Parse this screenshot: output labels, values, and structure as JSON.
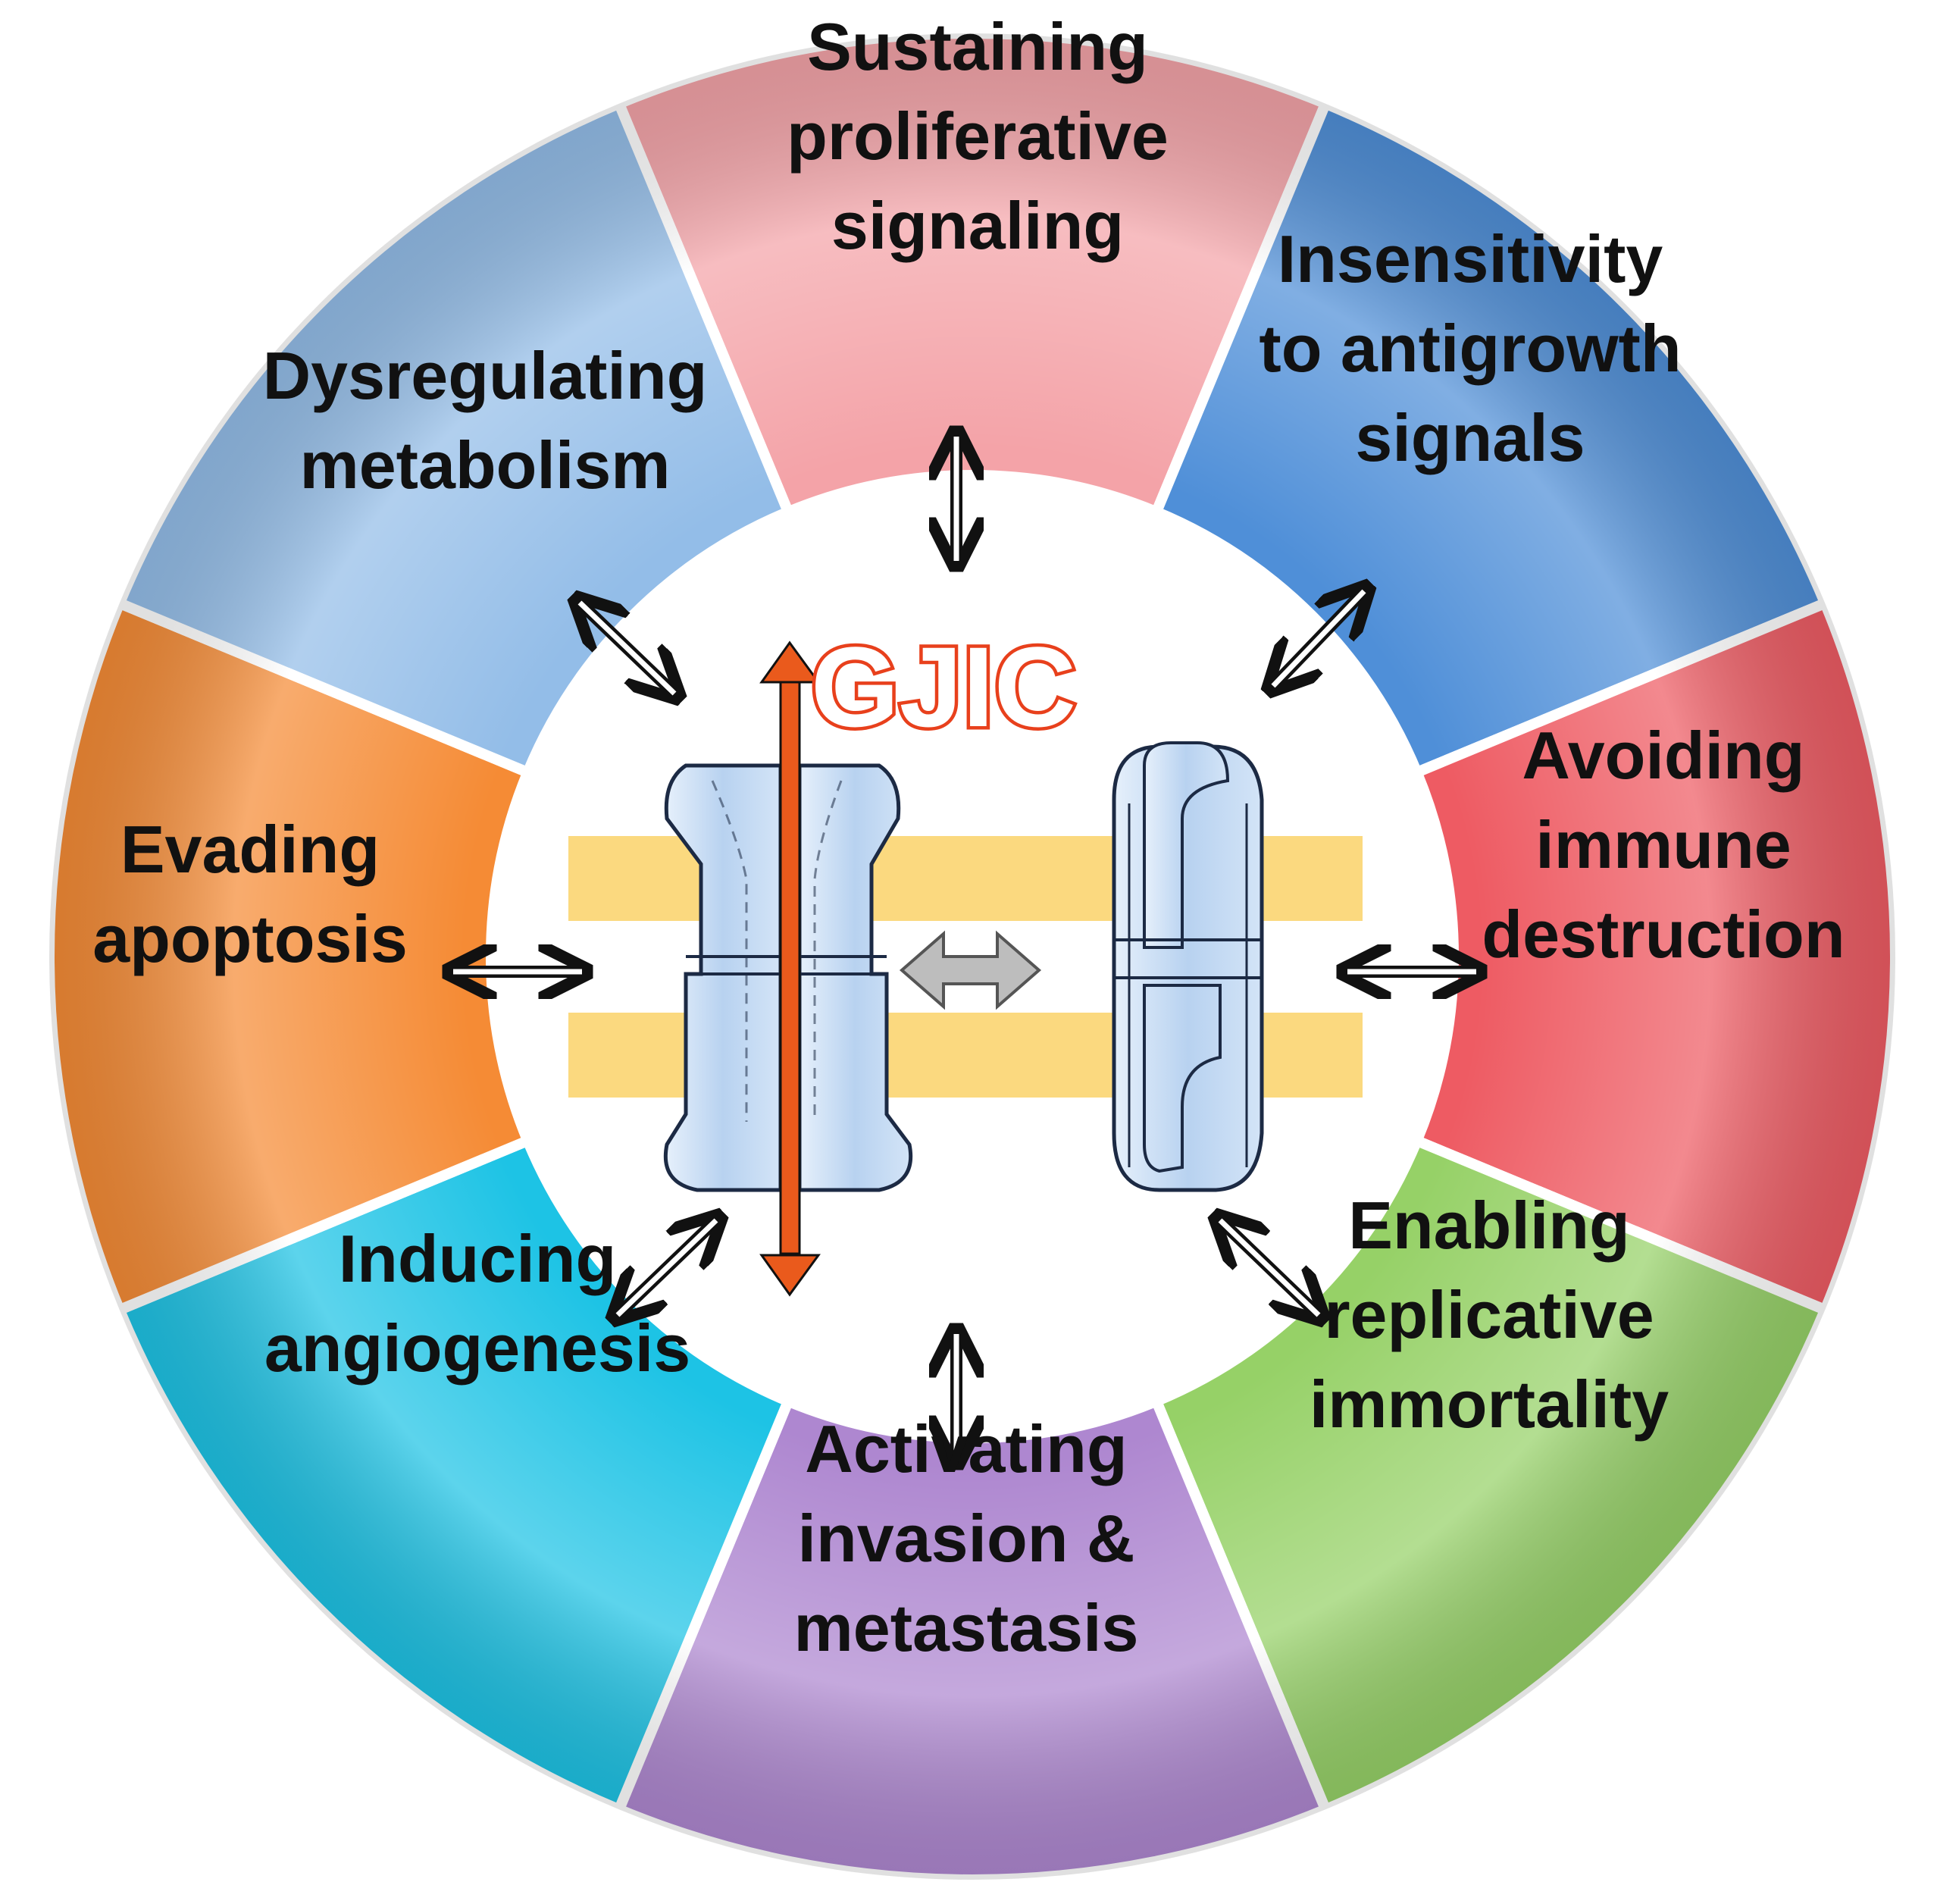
{
  "center_label": "GJIC",
  "colors": {
    "membrane": "#fbd97f",
    "channel_fill": "#c6dcf4",
    "channel_stroke": "#1c2a44",
    "gjic_arrow": "#ea5a1c",
    "gjic_text_outline": "#e8401c",
    "center_arrow": "#bdbdbd"
  },
  "hallmarks": [
    {
      "id": "proliferative",
      "lines": [
        "Sustaining",
        "proliferative",
        "signaling"
      ],
      "color": "#f4a3a8"
    },
    {
      "id": "antigrowth",
      "lines": [
        "Insensitivity",
        "to antigrowth",
        "signals"
      ],
      "color": "#4f8fd8"
    },
    {
      "id": "immune",
      "lines": [
        "Avoiding",
        "immune",
        "destruction"
      ],
      "color": "#ee5b63"
    },
    {
      "id": "immortality",
      "lines": [
        "Enabling",
        "replicative",
        "immortality"
      ],
      "color": "#96d167"
    },
    {
      "id": "invasion",
      "lines": [
        "Activating",
        "invasion &",
        "metastasis"
      ],
      "color": "#ae87d0"
    },
    {
      "id": "angiogenesis",
      "lines": [
        "Inducing",
        "angiogenesis"
      ],
      "color": "#1dc3e5"
    },
    {
      "id": "apoptosis",
      "lines": [
        "Evading",
        "apoptosis"
      ],
      "color": "#f58b35"
    },
    {
      "id": "metabolism",
      "lines": [
        "Dysregulating",
        "metabolism"
      ],
      "color": "#93bde8"
    }
  ]
}
